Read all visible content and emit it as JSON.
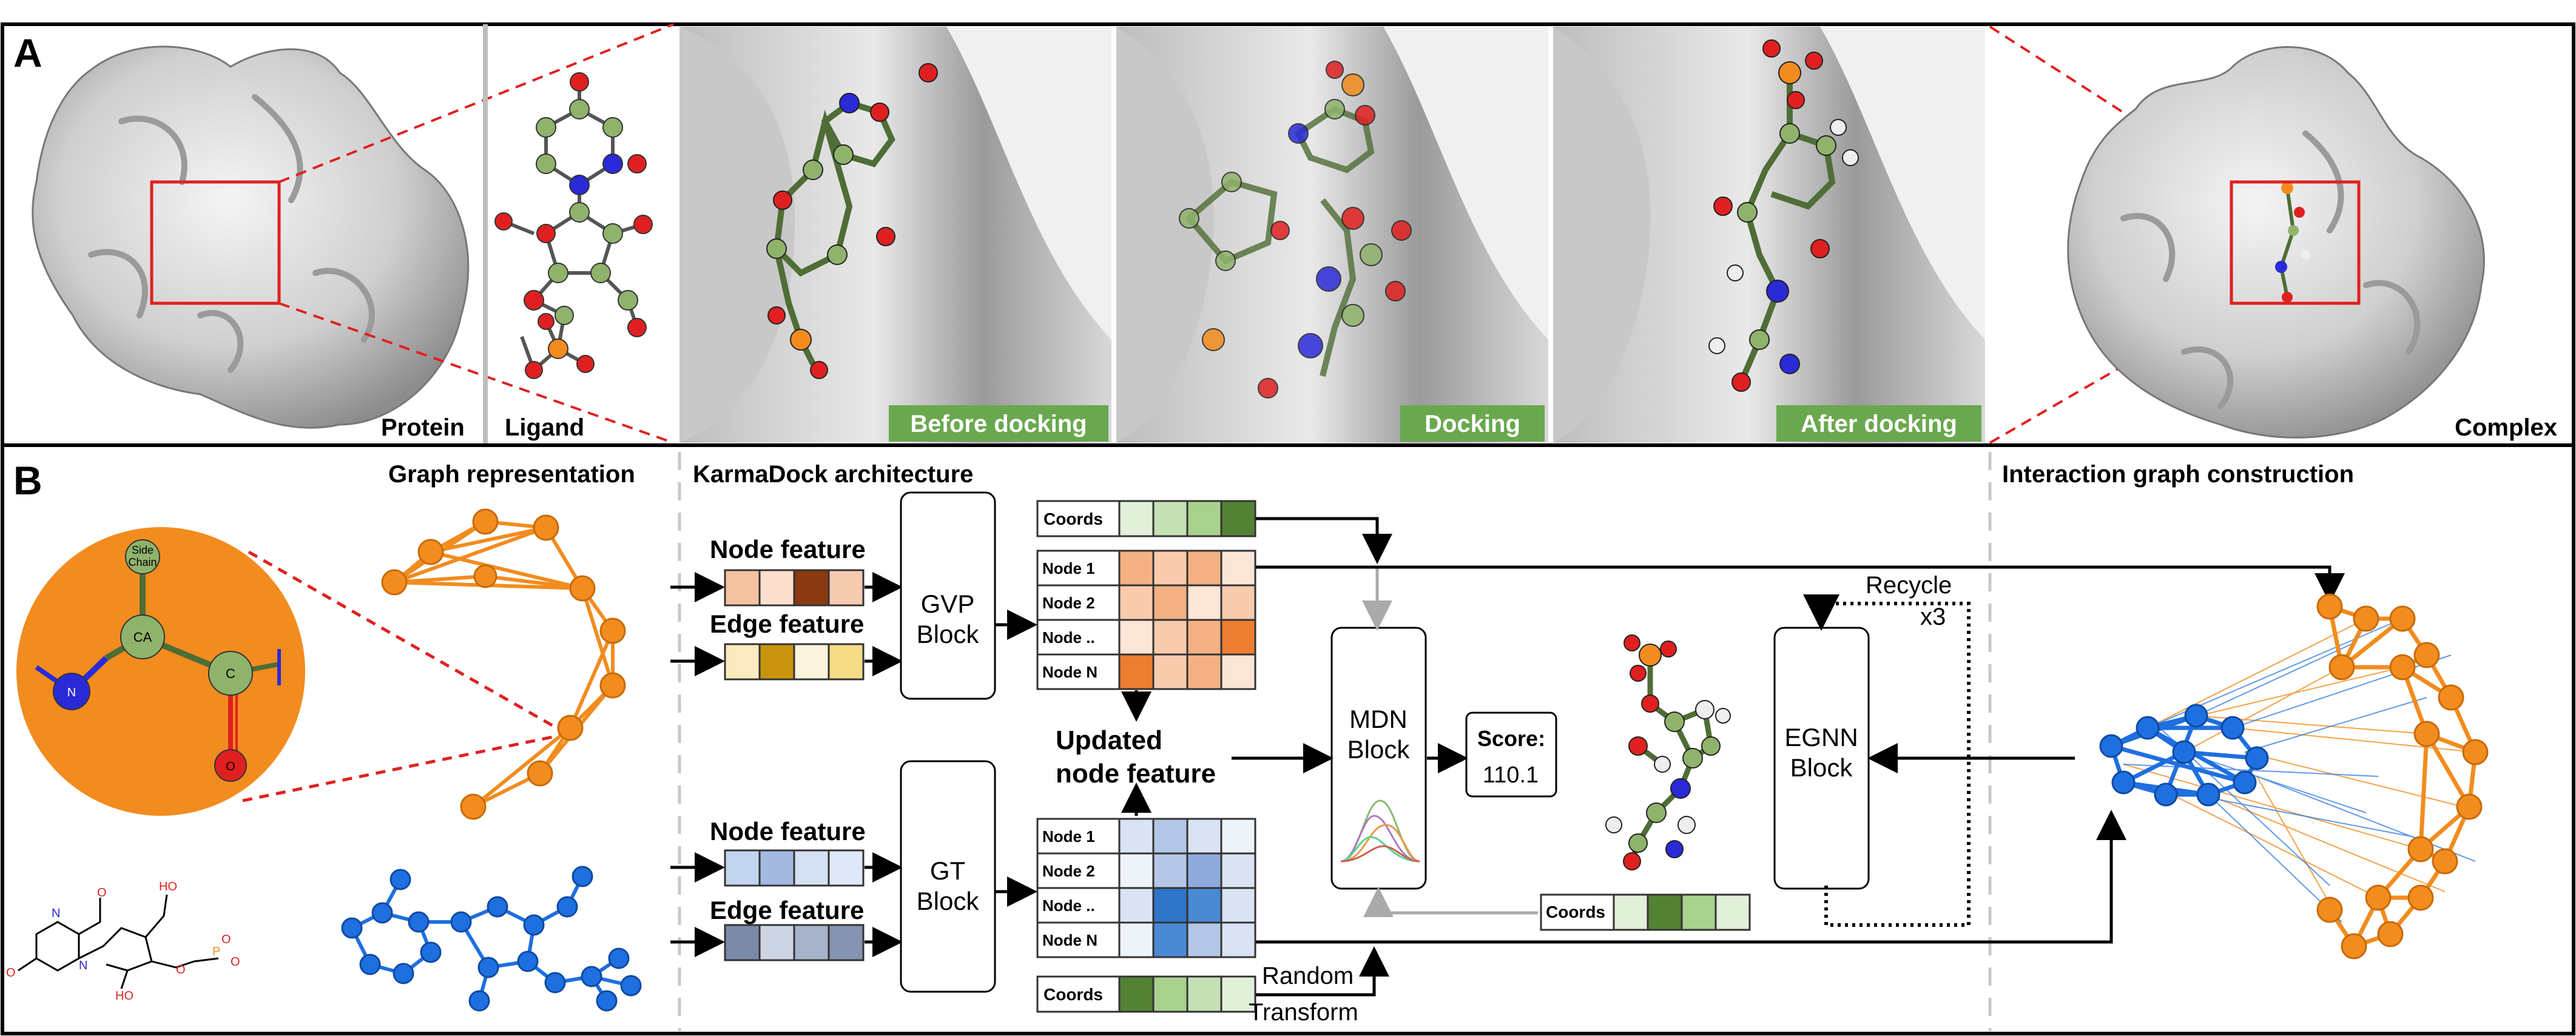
{
  "panel_a": {
    "letter": "A",
    "labels": {
      "protein": "Protein",
      "ligand": "Ligand",
      "before": "Before docking",
      "docking": "Docking",
      "after": "After docking",
      "complex": "Complex"
    }
  },
  "panel_b": {
    "letter": "B",
    "sections": {
      "graph_rep": "Graph representation",
      "arch": "KarmaDock architecture",
      "interaction": "Interaction graph construction"
    },
    "residue": {
      "side_chain_1": "Side",
      "side_chain_2": "Chain",
      "ca": "CA",
      "c": "C",
      "n": "N",
      "o": "O"
    },
    "features": {
      "node_top": "Node feature",
      "edge_top": "Edge feature",
      "node_bot": "Node feature",
      "edge_bot": "Edge feature"
    },
    "blocks": {
      "gvp_1": "GVP",
      "gvp_2": "Block",
      "gt_1": "GT",
      "gt_2": "Block",
      "mdn_1": "MDN",
      "mdn_2": "Block",
      "egnn_1": "EGNN",
      "egnn_2": "Block"
    },
    "matrix_rows": [
      "Node 1",
      "Node 2",
      "Node ..",
      "Node N"
    ],
    "coords": "Coords",
    "updated_1": "Updated",
    "updated_2": "node feature",
    "score_label": "Score",
    "score_value": "110.1",
    "recycle_1": "Recycle",
    "recycle_2": "x3",
    "random_1": "Random",
    "random_2": "Transform"
  },
  "colors": {
    "orange": "#f28c1e",
    "blue": "#1e6fe0",
    "green_label": "#6aa84f",
    "red": "#e02020",
    "carbon": "#8fb36b"
  }
}
